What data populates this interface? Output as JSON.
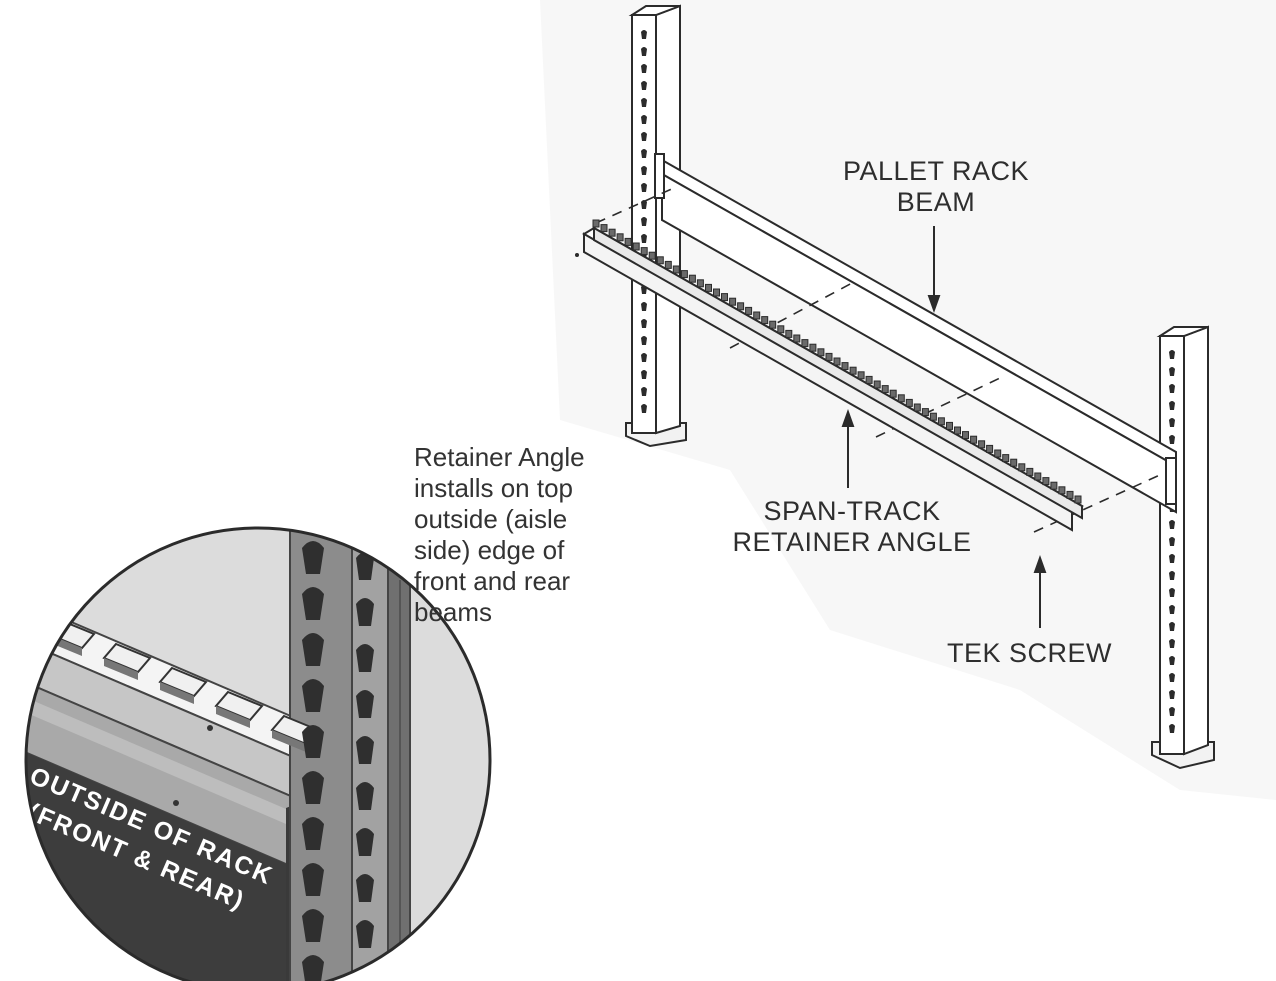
{
  "labels": {
    "pallet_rack_beam": [
      "PALLET RACK",
      "BEAM"
    ],
    "span_track_retainer_angle": [
      "SPAN-TRACK",
      "RETAINER ANGLE"
    ],
    "tek_screw": "TEK SCREW"
  },
  "note_lines": [
    "Retainer Angle",
    "installs on top",
    "outside (aisle",
    "side) edge of",
    "front and rear",
    "beams"
  ],
  "inset_text": [
    "OUTSIDE OF RACK",
    "(FRONT & REAR)"
  ],
  "colors": {
    "ink": "#2b2b2b",
    "paper": "#ffffff",
    "shade": "#8f8f8f",
    "dark": "#3a3a3a"
  }
}
